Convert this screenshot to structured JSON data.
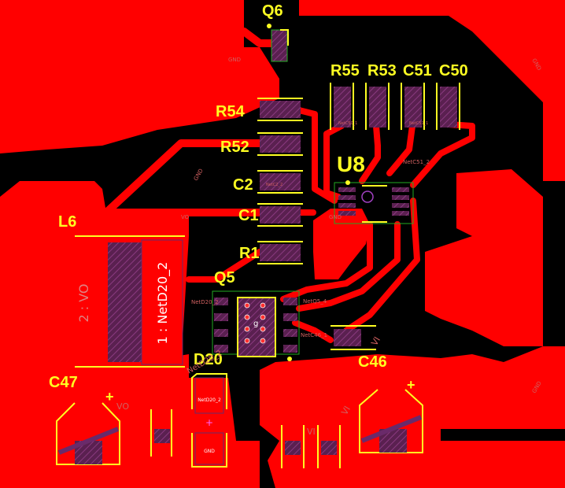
{
  "colors": {
    "copper": "#ff0000",
    "background": "#000000",
    "silkscreen": "#ffff22",
    "pad_hatch": "#6a2a6a",
    "courtyard": "#22aa22"
  },
  "refdes": {
    "q6": "Q6",
    "r55": "R55",
    "r53": "R53",
    "c51": "C51",
    "c50": "C50",
    "r54": "R54",
    "r52": "R52",
    "c2": "C2",
    "c1": "C1",
    "r1": "R1",
    "u8": "U8",
    "l6": "L6",
    "q5": "Q5",
    "d20": "D20",
    "c46": "C46",
    "c47": "C47"
  },
  "pads": {
    "l6_pad2": "2 : VO",
    "l6_pad1": "1 : NetD20_2",
    "d20_pad2": "NetD20_2",
    "d20_pad1": "GND"
  },
  "nets": {
    "vo": "VO",
    "vi": "VI",
    "gnd": "GND",
    "netd20_2": "NetD20_2",
    "netc51_2": "NetC51_2",
    "netc50": "NetC50_1",
    "netc51": "NetC51_1",
    "netc2": "NetC2_2",
    "netq5": "NetQ5_4",
    "netc46": "NetC46_1"
  },
  "markers": {
    "plus": "+",
    "q5_pin": "g"
  }
}
